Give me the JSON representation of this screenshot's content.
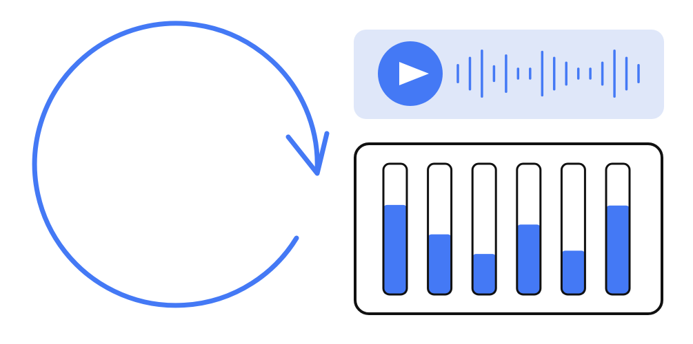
{
  "icons": {
    "refresh": "refresh-arrow-icon",
    "play": "play-icon",
    "waveform": "audio-waveform-icon",
    "equalizer": "equalizer-sliders-icon"
  },
  "colors": {
    "accent": "#4479f5",
    "panel": "#dfe7f9",
    "outline": "#111111",
    "background": "#ffffff"
  },
  "waveform": {
    "bar_levels": [
      0.35,
      0.65,
      0.95,
      0.3,
      0.75,
      0.2,
      0.2,
      0.9,
      0.65,
      0.45,
      0.2,
      0.2,
      0.45,
      0.95,
      0.65,
      0.35
    ]
  },
  "equalizer": {
    "slider_levels": [
      0.685,
      0.46,
      0.31,
      0.535,
      0.335,
      0.68
    ]
  }
}
